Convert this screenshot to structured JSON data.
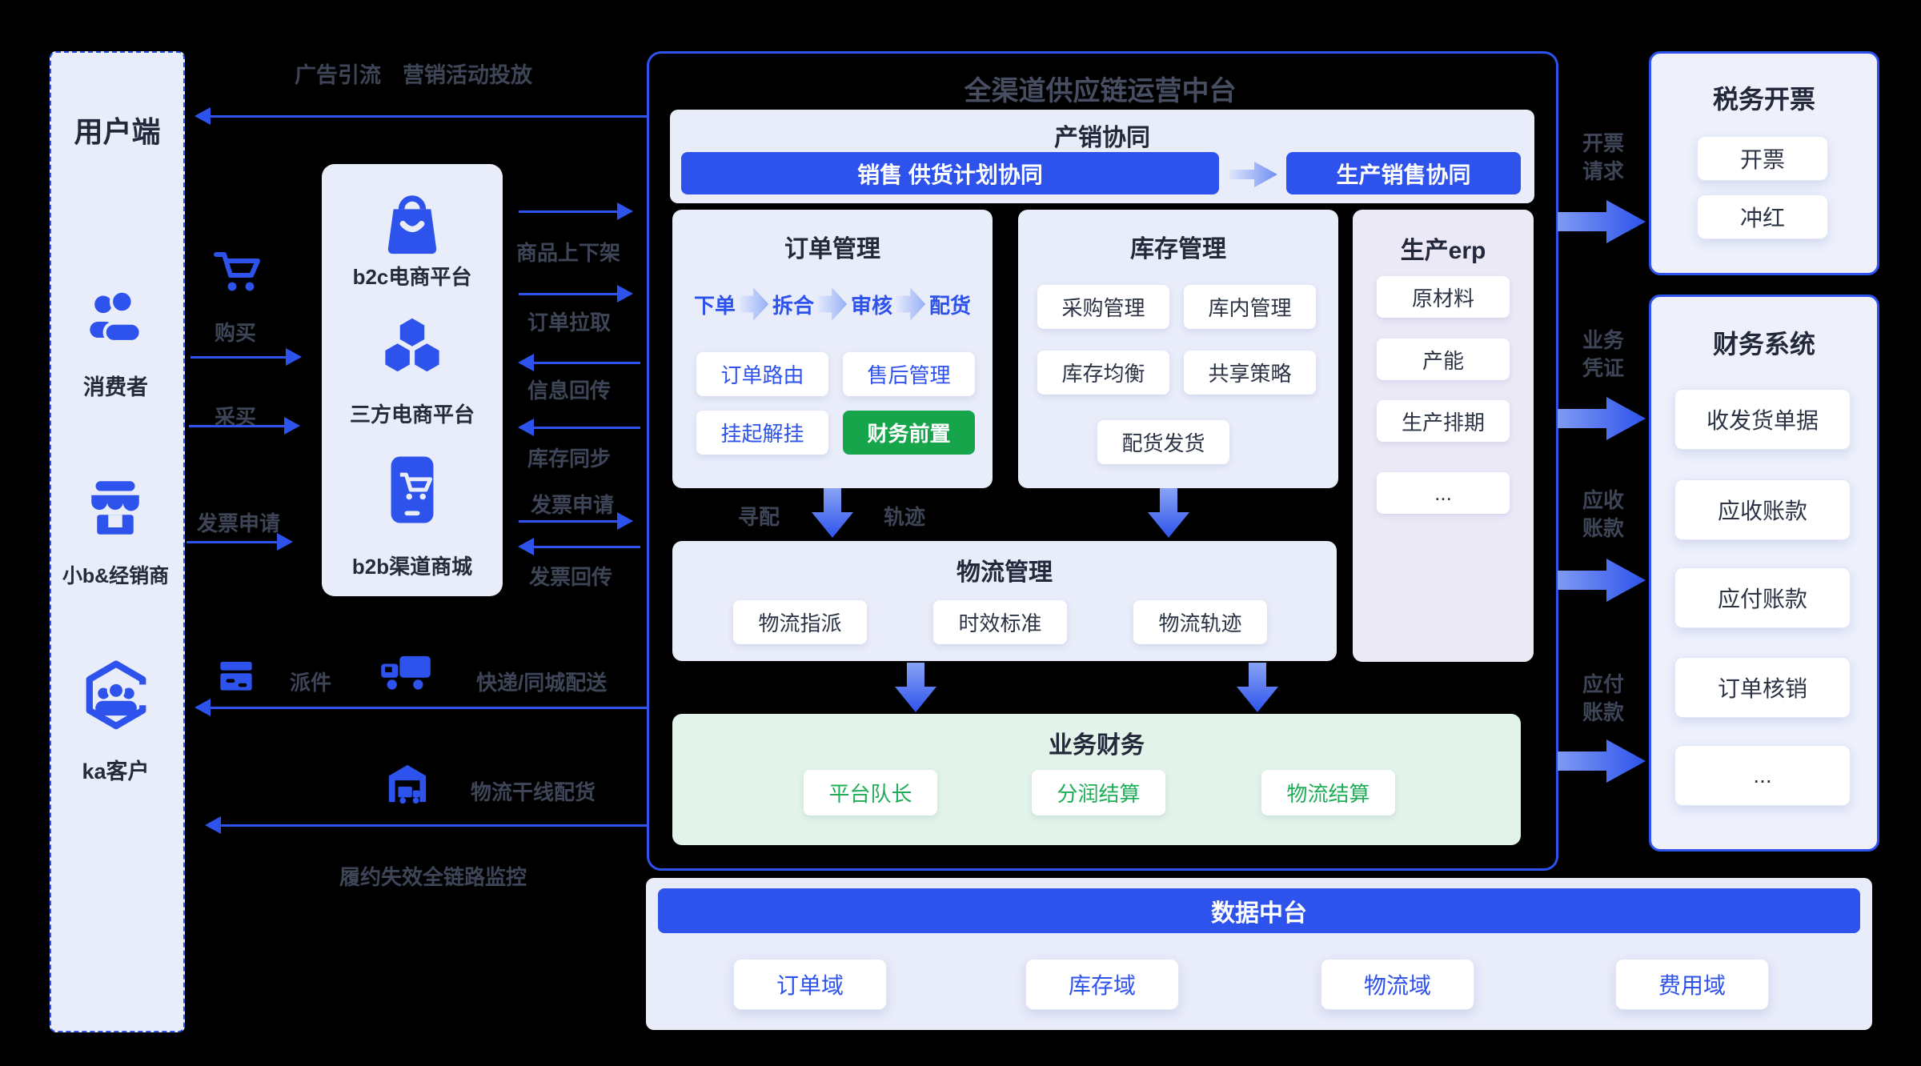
{
  "colors": {
    "accent": "#2e53ec",
    "green": "#16a54b",
    "green_text": "#1fae57",
    "panel": "#e9ecf9",
    "erp_panel": "#ece9f7",
    "green_panel": "#e2f3e9",
    "canvas": "#000000"
  },
  "user_panel": {
    "title": "用户端",
    "groups": [
      {
        "icon": "people-icon",
        "label": "消费者"
      },
      {
        "icon": "store-icon",
        "label": "小b&经销商"
      },
      {
        "icon": "ka-hexagon-icon",
        "label": "ka客户"
      }
    ]
  },
  "top_flow": {
    "label": "广告引流　营销活动投放"
  },
  "platform_panel": {
    "items": [
      {
        "icon": "shopping-bag-icon",
        "label": "b2c电商平台"
      },
      {
        "icon": "hexagons-icon",
        "label": "三方电商平台"
      },
      {
        "icon": "mobile-cart-icon",
        "label": "b2b渠道商城"
      }
    ]
  },
  "purchase_flows": [
    {
      "label": "购买"
    },
    {
      "label": "采买"
    },
    {
      "label": "发票申请"
    }
  ],
  "sync_flows": [
    {
      "label": "商品上下架",
      "dir": "right"
    },
    {
      "label": "订单拉取",
      "dir": "right"
    },
    {
      "label": "信息回传",
      "dir": "left"
    },
    {
      "label": "库存同步",
      "dir": "left"
    },
    {
      "label": "发票申请",
      "dir": "right"
    },
    {
      "label": "发票回传",
      "dir": "left"
    }
  ],
  "delivery_flows": {
    "dispatch": "派件",
    "courier": "快递/同城配送",
    "trunk": "物流干线配货",
    "monitor": "履约失效全链路监控"
  },
  "center": {
    "title": "全渠道供应链运营中台",
    "collab": {
      "title": "产销协同",
      "bar1": "销售 供货计划协同",
      "bar2": "生产销售协同"
    },
    "order": {
      "title": "订单管理",
      "flow": [
        "下单",
        "拆合",
        "审核",
        "配货"
      ],
      "buttons": [
        "订单路由",
        "售后管理",
        "挂起解挂",
        "财务前置"
      ]
    },
    "inventory": {
      "title": "库存管理",
      "buttons": [
        "采购管理",
        "库内管理",
        "库存均衡",
        "共享策略",
        "配货发货"
      ]
    },
    "erp": {
      "title": "生产erp",
      "buttons": [
        "原材料",
        "产能",
        "生产排期",
        "..."
      ]
    },
    "drop_labels": {
      "left": "寻配",
      "right": "轨迹"
    },
    "logistics": {
      "title": "物流管理",
      "buttons": [
        "物流指派",
        "时效标准",
        "物流轨迹"
      ]
    },
    "finance": {
      "title": "业务财务",
      "buttons": [
        "平台队长",
        "分润结算",
        "物流结算"
      ]
    }
  },
  "right_flows": [
    {
      "line1": "开票",
      "line2": "请求"
    },
    {
      "line1": "业务",
      "line2": "凭证"
    },
    {
      "line1": "应收",
      "line2": "账款"
    },
    {
      "line1": "应付",
      "line2": "账款"
    }
  ],
  "tax_box": {
    "title": "税务开票",
    "buttons": [
      "开票",
      "冲红"
    ]
  },
  "finance_box": {
    "title": "财务系统",
    "buttons": [
      "收发货单据",
      "应收账款",
      "应付账款",
      "订单核销",
      "..."
    ]
  },
  "data_platform": {
    "title": "数据中台",
    "buttons": [
      "订单域",
      "库存域",
      "物流域",
      "费用域"
    ]
  }
}
